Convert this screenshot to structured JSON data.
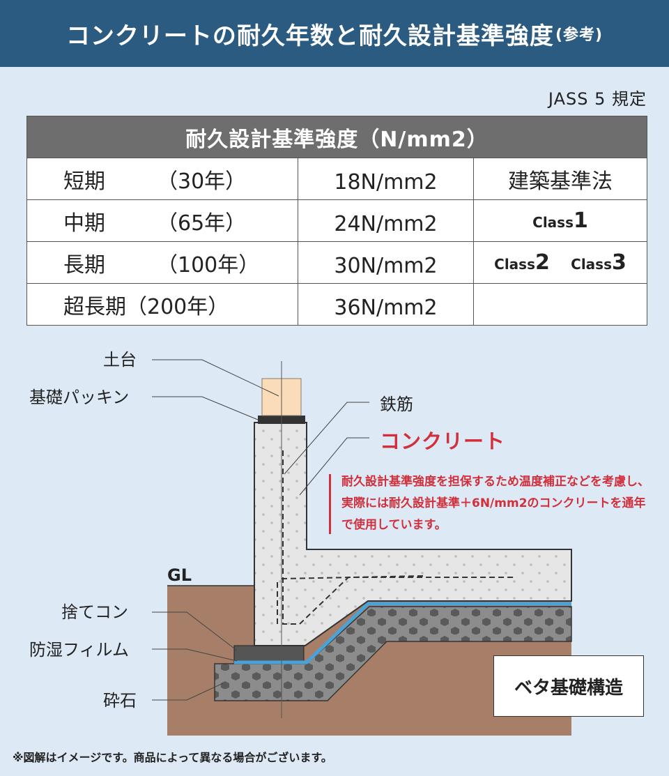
{
  "header": {
    "title": "コンクリートの耐久年数と耐久設計基準強度",
    "subtitle": "(参考)"
  },
  "standard_note": "JASS 5 規定",
  "table": {
    "heading": "耐久設計基準強度（N/mm2）",
    "rows": [
      {
        "period": "短期",
        "years": "（30年）",
        "strength": "18N/mm2"
      },
      {
        "period": "中期",
        "years": "（65年）",
        "strength": "24N/mm2"
      },
      {
        "period": "長期",
        "years": "（100年）",
        "strength": "30N/mm2"
      },
      {
        "period": "超長期",
        "years": "（200年）",
        "strength": "36N/mm2"
      }
    ],
    "law": "建築基準法",
    "class_word": "Class",
    "class_nums": [
      "1",
      "2",
      "3"
    ]
  },
  "diagram": {
    "labels": {
      "sill": "土台",
      "packing": "基礎パッキン",
      "rebar": "鉄筋",
      "concrete": "コンクリート",
      "gl": "GL",
      "blinding": "捨てコン",
      "moisture_film": "防湿フィルム",
      "gravel": "砕石"
    },
    "note": "耐久設計基準強度を担保するため温度補正などを考慮し、実際には耐久設計基準＋6N/mm2のコンクリートを通年で使用しています。",
    "structure_name": "ベタ基礎構造"
  },
  "footnote": "※図解はイメージです。商品によって異なる場合がございます。",
  "colors": {
    "header_bg": "#2c5b82",
    "page_bg": "#dde9f5",
    "accent_red": "#d12f3b",
    "soil": "#a77f68",
    "concrete": "#e6e6e6",
    "film": "#4aa3d8"
  }
}
